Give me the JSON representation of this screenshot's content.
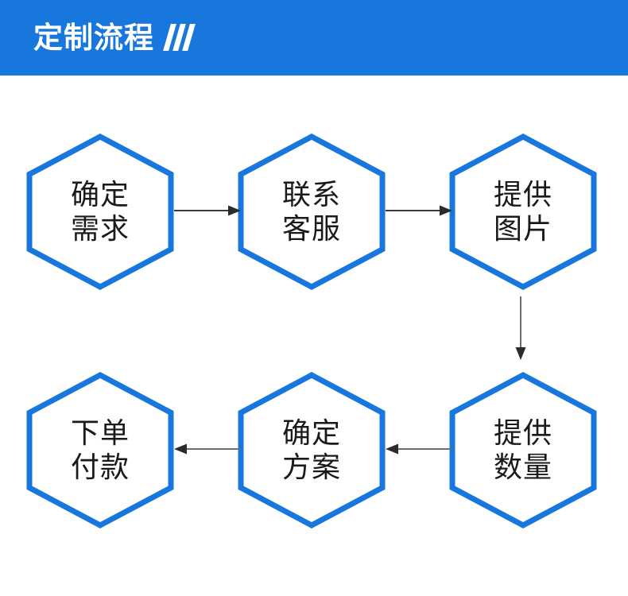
{
  "header": {
    "title": "定制流程",
    "accent_color": "#1877dc",
    "text_color": "#ffffff",
    "decoration_icon": "triple-slash-icon",
    "slash_count": 3
  },
  "flow": {
    "node_stroke_color": "#1877dc",
    "node_fill_color": "#ffffff",
    "node_text_color": "#1a1a1a",
    "connector_color": "#777777",
    "nodes": [
      {
        "id": "node-1",
        "step": 1,
        "line1": "确定",
        "line2": "需求"
      },
      {
        "id": "node-2",
        "step": 2,
        "line1": "联系",
        "line2": "客服"
      },
      {
        "id": "node-3",
        "step": 3,
        "line1": "提供",
        "line2": "图片"
      },
      {
        "id": "node-4",
        "step": 4,
        "line1": "提供",
        "line2": "数量"
      },
      {
        "id": "node-5",
        "step": 5,
        "line1": "确定",
        "line2": "方案"
      },
      {
        "id": "node-6",
        "step": 6,
        "line1": "下单",
        "line2": "付款"
      }
    ],
    "connectors": [
      {
        "id": "connector-1-2",
        "from": "node-1",
        "to": "node-2",
        "direction": "right"
      },
      {
        "id": "connector-2-3",
        "from": "node-2",
        "to": "node-3",
        "direction": "right"
      },
      {
        "id": "connector-3-4",
        "from": "node-3",
        "to": "node-4",
        "direction": "down"
      },
      {
        "id": "connector-4-5",
        "from": "node-4",
        "to": "node-5",
        "direction": "left"
      },
      {
        "id": "connector-5-6",
        "from": "node-5",
        "to": "node-6",
        "direction": "left"
      }
    ]
  }
}
